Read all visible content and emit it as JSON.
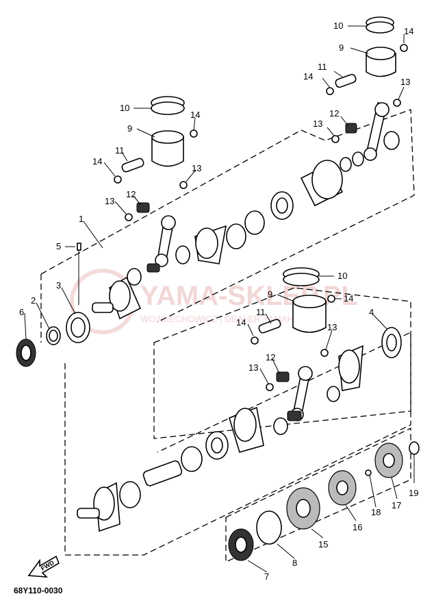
{
  "watermark": {
    "brand": "YAMA-SKLEP.PL",
    "tagline": "WOJCIECHOWICZ | DEALER YAMAHA"
  },
  "diagram_code": "68Y110-0030",
  "fwd_label": "FWD",
  "callouts": [
    {
      "id": "c10a",
      "text": "10"
    },
    {
      "id": "c14a",
      "text": "14"
    },
    {
      "id": "c9a",
      "text": "9"
    },
    {
      "id": "c11a",
      "text": "11"
    },
    {
      "id": "c14b",
      "text": "14"
    },
    {
      "id": "c13a",
      "text": "13"
    },
    {
      "id": "c12a",
      "text": "12"
    },
    {
      "id": "c13b",
      "text": "13"
    },
    {
      "id": "c10b",
      "text": "10"
    },
    {
      "id": "c14c",
      "text": "14"
    },
    {
      "id": "c9b",
      "text": "9"
    },
    {
      "id": "c11b",
      "text": "11"
    },
    {
      "id": "c14d",
      "text": "14"
    },
    {
      "id": "c13c",
      "text": "13"
    },
    {
      "id": "c12b",
      "text": "12"
    },
    {
      "id": "c13d",
      "text": "13"
    },
    {
      "id": "c1",
      "text": "1"
    },
    {
      "id": "c5",
      "text": "5"
    },
    {
      "id": "c3",
      "text": "3"
    },
    {
      "id": "c2",
      "text": "2"
    },
    {
      "id": "c6",
      "text": "6"
    },
    {
      "id": "c10c",
      "text": "10"
    },
    {
      "id": "c9c",
      "text": "9"
    },
    {
      "id": "c14e",
      "text": "14"
    },
    {
      "id": "c11c",
      "text": "11"
    },
    {
      "id": "c14f",
      "text": "14"
    },
    {
      "id": "c4",
      "text": "4"
    },
    {
      "id": "c13e",
      "text": "13"
    },
    {
      "id": "c12c",
      "text": "12"
    },
    {
      "id": "c13f",
      "text": "13"
    },
    {
      "id": "c19",
      "text": "19"
    },
    {
      "id": "c17",
      "text": "17"
    },
    {
      "id": "c18",
      "text": "18"
    },
    {
      "id": "c16",
      "text": "16"
    },
    {
      "id": "c15",
      "text": "15"
    },
    {
      "id": "c8",
      "text": "8"
    },
    {
      "id": "c7",
      "text": "7"
    }
  ]
}
